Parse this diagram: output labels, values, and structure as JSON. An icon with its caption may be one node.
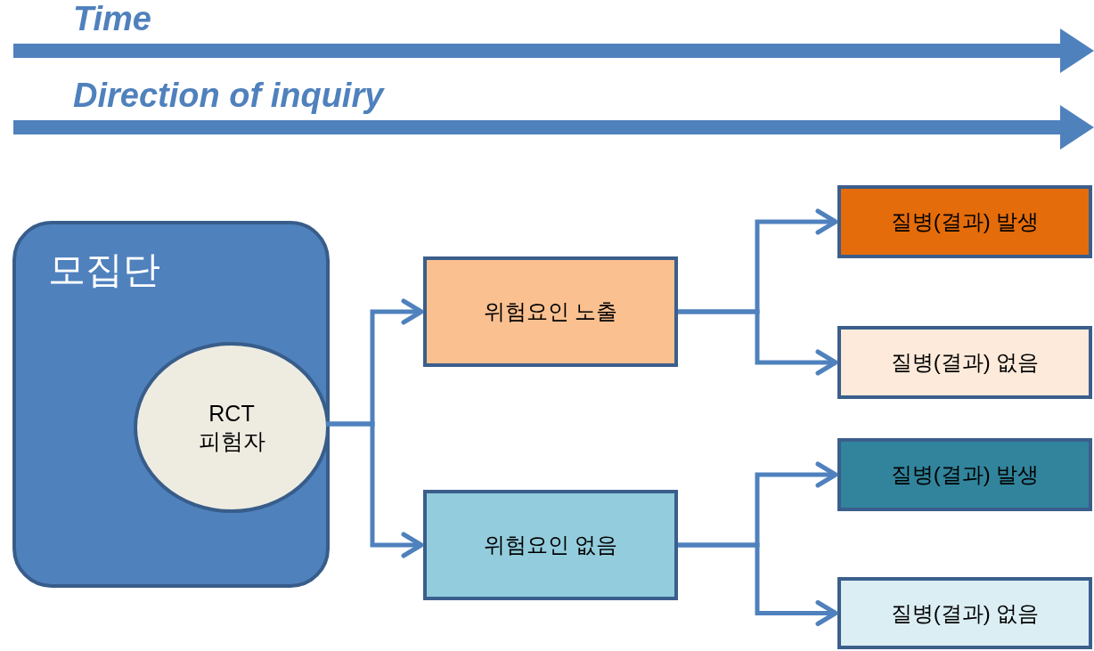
{
  "diagram": {
    "nodes": [
      {
        "text": [
          "모집단"
        ]
      },
      {
        "text": [
          "RCT 피험자"
        ],
        "in": 0
      },
      {
        "text": [
          "위험요인 노출"
        ]
      },
      {
        "text": [
          "위험요인 없음"
        ]
      },
      {
        "text": [
          "질병(결과) 발생"
        ]
      },
      {
        "text": [
          "질병(결과) 없음"
        ]
      },
      {
        "text": [
          "질병(결과) 발생"
        ]
      },
      {
        "text": [
          "질병(결과) 없음"
        ]
      }
    ],
    "edges": [
      {
        "from": 1,
        "to": 2,
        "arrow": "to"
      },
      {
        "from": 1,
        "to": 3,
        "arrow": "to"
      },
      {
        "from": 2,
        "to": 4,
        "arrow": "to"
      },
      {
        "from": 2,
        "to": 5,
        "arrow": "to"
      },
      {
        "from": 3,
        "to": 6,
        "arrow": "to"
      },
      {
        "from": 3,
        "to": 7,
        "arrow": "to"
      }
    ],
    "labels": [
      "Time",
      "Direction of inquiry"
    ]
  }
}
